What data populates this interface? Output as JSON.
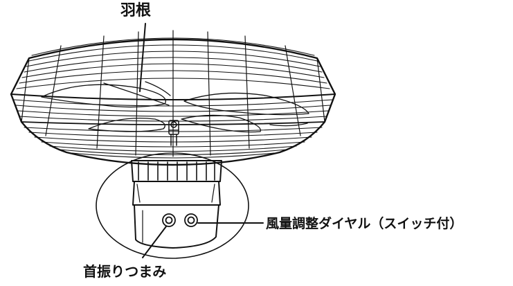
{
  "labels": {
    "blade": "羽根",
    "dial": "風量調整ダイヤル（スイッチ付）",
    "knob": "首振りつまみ"
  },
  "colors": {
    "line": "#111111",
    "background": "#ffffff"
  }
}
